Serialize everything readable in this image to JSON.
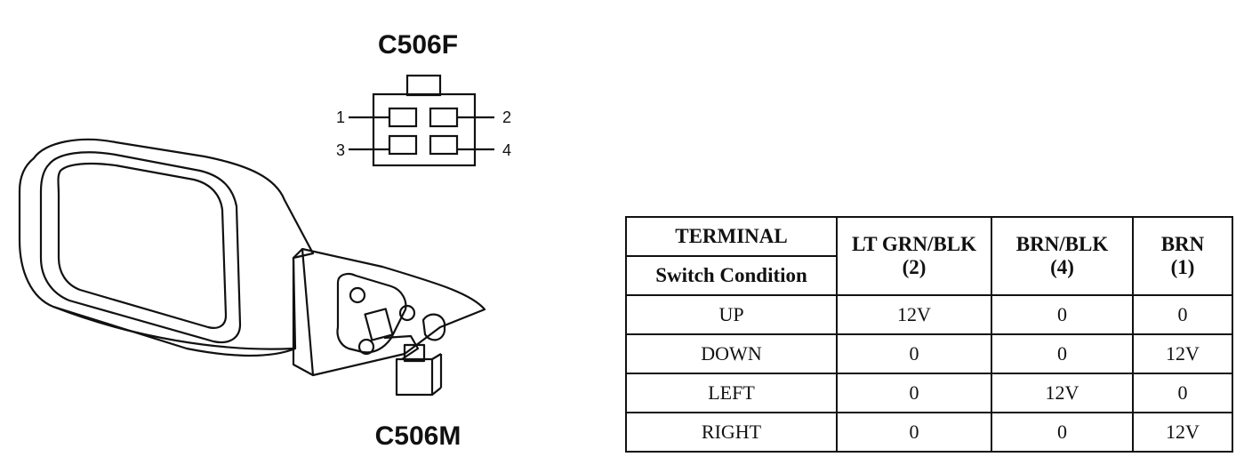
{
  "connector_top": {
    "label": "C506F",
    "pins": [
      "1",
      "2",
      "3",
      "4"
    ]
  },
  "connector_bottom": {
    "label": "C506M"
  },
  "table": {
    "terminal_header": "TERMINAL",
    "switch_header": "Switch Condition",
    "columns": [
      {
        "wire": "LT GRN/BLK",
        "pin": "(2)"
      },
      {
        "wire": "BRN/BLK",
        "pin": "(4)"
      },
      {
        "wire": "BRN",
        "pin": "(1)"
      }
    ],
    "rows": [
      {
        "condition": "UP",
        "values": [
          "12V",
          "0",
          "0"
        ]
      },
      {
        "condition": "DOWN",
        "values": [
          "0",
          "0",
          "12V"
        ]
      },
      {
        "condition": "LEFT",
        "values": [
          "0",
          "12V",
          "0"
        ]
      },
      {
        "condition": "RIGHT",
        "values": [
          "0",
          "0",
          "12V"
        ]
      }
    ]
  }
}
